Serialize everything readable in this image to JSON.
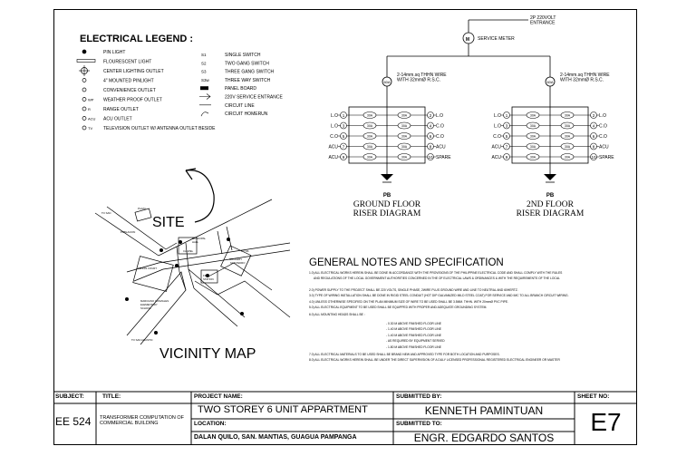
{
  "legend": {
    "title": "ELECTRICAL LEGEND :",
    "left_items": [
      "PIN LIGHT",
      "FLOURESCENT LIGHT",
      "CENTER LIGHTING OUTLET",
      "4\" MOUNTED PINLIGHT",
      "CONVENIENCE OUTLET",
      "WEATHER PROOF OUTLET",
      "RANGE OUTLET",
      "ACU OUTLET",
      "TELEVISION OUTLET W/ ANTENNA OUTLET BESIDE"
    ],
    "left_symbol_labels": [
      "",
      "",
      "",
      "",
      "",
      "WP",
      "R",
      "ACU",
      "TV"
    ],
    "right_items": [
      "SINGLE SWITCH",
      "TWO GANG SWITCH",
      "THREE GANG SWITCH",
      "THREE WAY SWITCH",
      "PANEL BOARD",
      "220V SERVICE ENTRANCE",
      "CIRCUIT LINE",
      "CIRCUIT HOMERUN"
    ],
    "right_symbol_labels": [
      "S1",
      "S2",
      "S3",
      "S3w",
      "",
      "",
      "",
      ""
    ]
  },
  "riser": {
    "entrance": "2P 220VOLT\nENTRANCE",
    "service_meter": "SERVICE METER",
    "meter_symbol": "M",
    "wire_note": "2-14mm.sq THHN WIRE\nWITH 32mmØ R.S.C.",
    "main_breaker": "60A",
    "breaker_label": "30A",
    "left_labels": [
      "L.O",
      "L.O",
      "C.O",
      "ACU",
      "ACU"
    ],
    "left_numbers": [
      "1",
      "3",
      "5",
      "7",
      "9"
    ],
    "right_labels": [
      "L.O",
      "C.O",
      "C.O",
      "ACU",
      "SPARE"
    ],
    "right_numbers": [
      "2",
      "4",
      "6",
      "8",
      "10"
    ],
    "pb": "PB",
    "ground_title": "GROUND FLOOR\nRISER DIAGRAM",
    "second_title": "2ND FLOOR\nRISER DIAGRAM"
  },
  "map": {
    "site": "SITE",
    "title": "VICINITY MAP",
    "small_labels": [
      "TO SAN",
      "PLAZA",
      "MUNICIPAL",
      "HALL",
      "CHAPEL",
      "POBLACION",
      "GROCERY",
      "SAN PEDRO",
      "TENNIS COURT",
      "FIRE",
      "STATION",
      "MARCIANO GONZALES",
      "ELEMENTARY",
      "SCHOOL",
      "TO SAN AGUSTIN",
      "TO NA"
    ]
  },
  "notes": {
    "title": "GENERAL NOTES AND SPECIFICATION",
    "lines": [
      "1.0) ALL ELECTRICAL WORKS HEREIN SHALL BE DONE IN ACCORDANCE WITH THE PROVISIONS OF THE PHILIPPINE ELECTRICAL CODE AND SHALL COMPLY WITH THE RULES",
      "AND REGULATIONS OF THE LOCAL GOVERNMENT AUTHORITIES CONCERNED IN THE OF ELECTRICAL LAWS & ORDINANCES & WITH THE REQUIREMENTS OF THE LOCAL",
      "2.0) POWER SUPPLY TO THE PROJECT SHALL BE 220 VOLTS, SINGLE PHASE, 2WIRE PLUS GROUND WIRE AND LINE TO NEUTRAL AND 60HERTZ.",
      "3.0) TYPE OF WIRING INSTALLATION SHALL BE DONE IN RIGID STEEL CONDUIT (HOT DIP GALVANIZED MILD STEEL COAT) FOR SERVICE AND IMC TO ALL BRANCH CIRCUIT WIRING.",
      "4.0) UNLESS OTHERWISE SPECIFIED ON THE PLAN MINIMUM SIZE OF WIRE TO BE USED SHALL BE 3.5MM. THHN. WITH 20mmØ PVC PIPE.",
      "5.0) ALL ELECTRICAL EQUIPMENT TO BE USED SHALL BE EQUIPPED WITH PROPER AND ADEQUATE GROUNDING SYSTEM.",
      "6.0) ALL MOUNTING HEADS SHALL BE :",
      "- 0.30 M ABOVE FINISHED FLOOR LINE",
      "- 1.40 M ABOVE FINISHED FLOOR LINE",
      "- 1.40 M ABOVE FINISHED FLOOR LINE",
      "- AS REQUIRED BY EQUIPMENT SERVED",
      "- 1.80 M ABOVE FINISHED FLOOR LINE",
      "7.0) ALL ELECTRICAL MATERIALS TO BE USED SHALL BE BRAND NEW AND APPROVED TYPE FOR BOTH LOCATION AND PURPOSES.",
      "8.0) ALL ELECTRICAL WORKS HEREIN SHALL BE UNDER THE DIRECT SUPERVISION OF A DULY LICENSED PROFESSIONAL REGISTERED ELECTRICAL ENGINEER OR MASTER"
    ]
  },
  "titleblock": {
    "subject_h": "SUBJECT:",
    "subject": "EE 524",
    "title_h": "TITLE:",
    "title": "TRANSFORMER COMPUTATION OF COMMERCIAL BUILDING",
    "project_h": "PROJECT NAME:",
    "project": "TWO STOREY 6 UNIT APPARTMENT",
    "location_h": "LOCATION:",
    "location": "DALAN QUILO, SAN. MANTIAS, GUAGUA PAMPANGA",
    "submitted_by_h": "SUBMITTED BY:",
    "submitted_by": "KENNETH PAMINTUAN",
    "submitted_to_h": "SUBMITTED TO:",
    "submitted_to": "ENGR. EDGARDO SANTOS",
    "sheet_h": "SHEET NO:",
    "sheet": "E7"
  }
}
